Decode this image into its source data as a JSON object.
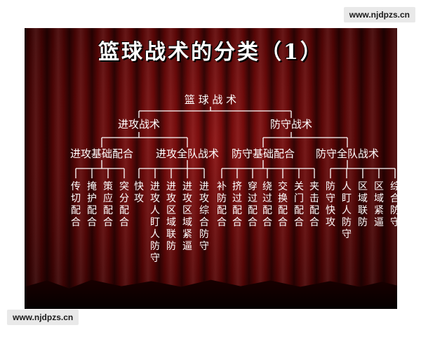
{
  "watermark_top": "www.njdpzs.cn",
  "watermark_bottom": "www.njdpzs.cn",
  "title": "篮球战术的分类（1）",
  "root": "篮 球 战 术",
  "level1": [
    "进攻战术",
    "防守战术"
  ],
  "level2": [
    "进攻基础配合",
    "进攻全队战术",
    "防守基础配合",
    "防守全队战术"
  ],
  "leaves": [
    "传切配合",
    "掩护配合",
    "策应配合",
    "突分配合",
    "快攻",
    "进攻人盯人防守",
    "进攻区域联防",
    "进攻区域紧逼",
    "进攻综合防守",
    "补防配合",
    "挤过配合",
    "穿过配合",
    "绕过配合",
    "交换配合",
    "关门配合",
    "夹击配合",
    "防守快攻",
    "人盯人防守",
    "区域联防",
    "区域紧逼",
    "综合防守"
  ],
  "colors": {
    "background": "#5a0606",
    "text": "#ffffff"
  }
}
